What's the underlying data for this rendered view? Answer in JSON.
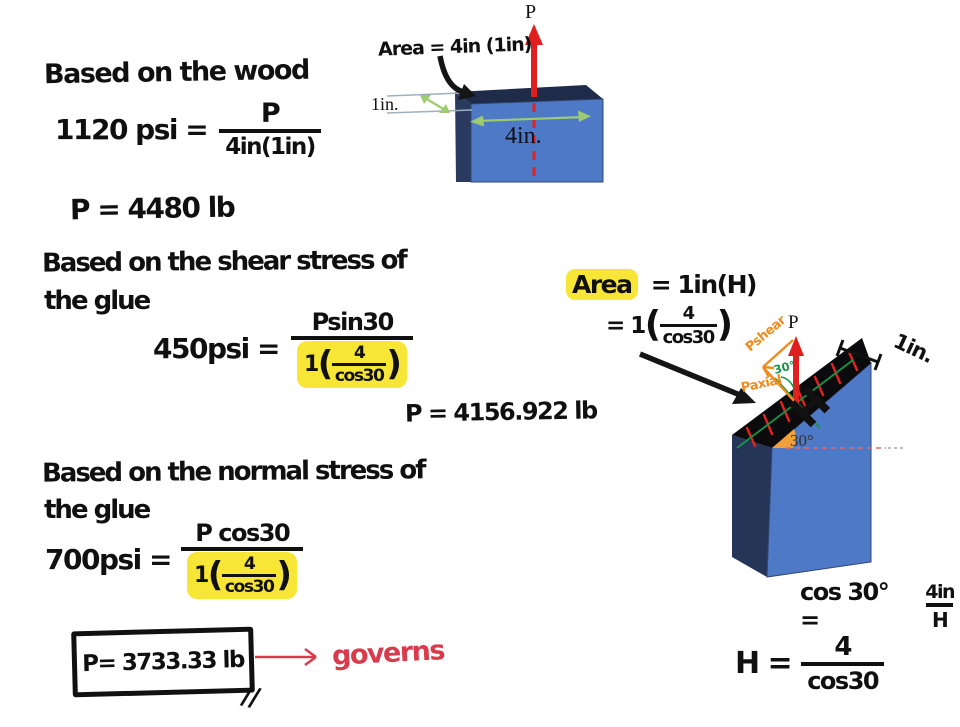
{
  "palette": {
    "highlight": "#f7e636",
    "ink": "#101010",
    "red_arrow": "#e02020",
    "dashed_pink": "#e36a6a",
    "green_dim": "#9ccb71",
    "green_line": "#17934a",
    "orange": "#ef8c1e",
    "blue_face": "#4e79c7",
    "navy_face": "#243454",
    "incline_face": "#0b0b0d",
    "governs_red": "#d83b4b"
  },
  "wood": {
    "title": "Based on the wood",
    "lhs": "1120 psi =",
    "num": "P",
    "den": "4in(1in)",
    "result": "P = 4480 lb"
  },
  "diagram_flat": {
    "force": "P",
    "area_note": "Area = 4in (1in)",
    "thickness": "1in.",
    "width": "4in."
  },
  "shear": {
    "title1": "Based on the shear stress of",
    "title2": "the glue",
    "lhs": "450psi =",
    "num": "Psin30",
    "den_pre": "1",
    "paren_open": "(",
    "den_num": "4",
    "den_den": "cos30",
    "paren_close": ")",
    "result": "P = 4156.922 lb"
  },
  "area_note": {
    "label": "Area",
    "eq1": "= 1in(H)",
    "eq2_pre": "= 1",
    "paren_open": "(",
    "num": "4",
    "den": "cos30",
    "paren_close": ")"
  },
  "diagram_angled": {
    "force": "P",
    "shear": "Pshear",
    "axial": "Paxial",
    "angle_green": "30°",
    "angle": "30°",
    "height": "H",
    "thickness": "1in."
  },
  "normal": {
    "title1": "Based on the normal stress of",
    "title2": "the glue",
    "lhs": "700psi =",
    "num": "P cos30",
    "den_pre": "1",
    "paren_open": "(",
    "den_num": "4",
    "den_den": "cos30",
    "paren_close": ")",
    "result": "P= 3733.33 lb",
    "tick": "//",
    "governs": "governs"
  },
  "trig": {
    "lhs": "cos 30° =",
    "num": "4in",
    "den": "H"
  },
  "height_eq": {
    "lhs": "H =",
    "num": "4",
    "den": "cos30"
  }
}
